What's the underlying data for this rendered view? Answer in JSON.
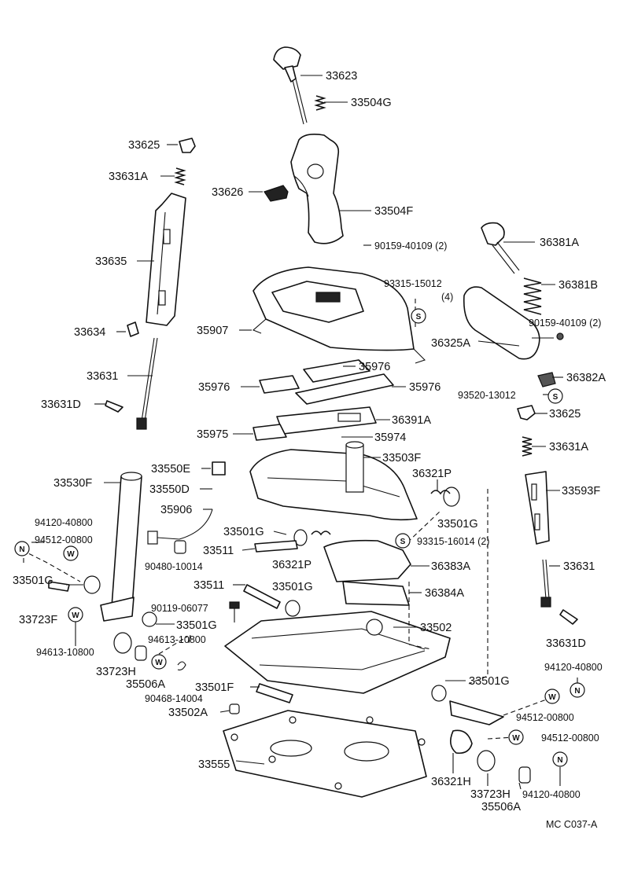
{
  "diagram_code": "MC  C037-A",
  "parts": {
    "p33623": "33623",
    "p33504G": "33504G",
    "p33625a": "33625",
    "p33631Aa": "33631A",
    "p33626": "33626",
    "p33504F": "33504F",
    "p33635": "33635",
    "p90159a": "90159-40109 (2)",
    "p36381A": "36381A",
    "p93315a": "93315-15012",
    "p93315a_qty": "(4)",
    "p36381B": "36381B",
    "p33634": "33634",
    "p35907": "35907",
    "p90159b": "90159-40109 (2)",
    "p36325A": "36325A",
    "p33631a": "33631",
    "p35976a": "35976",
    "p36382A": "36382A",
    "p35976b": "35976",
    "p35976c": "35976",
    "p93520": "93520-13012",
    "p33631Da": "33631D",
    "p33625b": "33625",
    "p36391A": "36391A",
    "p35975": "35975",
    "p35974": "35974",
    "p33631Ab": "33631A",
    "p33503F": "33503F",
    "p33550E": "33550E",
    "p33530F": "33530F",
    "p36321Pa": "36321P",
    "p33593F": "33593F",
    "p33550D": "33550D",
    "p35906": "35906",
    "p94120a": "94120-40800",
    "p33501Ga": "33501G",
    "p33501Gb": "33501G",
    "p94512a": "94512-00800",
    "p93315b": "93315-16014 (2)",
    "p33511a": "33511",
    "p90480": "90480-10014",
    "p36321Pb": "36321P",
    "p36383A": "36383A",
    "p33631b": "33631",
    "p33501Gc": "33501G",
    "p33511b": "33511",
    "p33501Gd": "33501G",
    "p36384A": "36384A",
    "p33723Fa": "33723F",
    "p90119": "90119-06077",
    "p33501Ge": "33501G",
    "p33502": "33502",
    "p94613a": "94613-10800",
    "p94613b": "94613-10800",
    "p33631Db": "33631D",
    "p33723Ha": "33723H",
    "p94120b": "94120-40800",
    "p35506Aa": "35506A",
    "p33501F": "33501F",
    "p33501Gf": "33501G",
    "p90468": "90468-14004",
    "p33502A": "33502A",
    "p94512b": "94512-00800",
    "p94512c": "94512-00800",
    "p33555": "33555",
    "p36321H": "36321H",
    "p33723Hb": "33723H",
    "p94120c": "94120-40800",
    "p35506Ab": "35506A"
  },
  "callouts": {
    "s": "S",
    "n": "N",
    "w": "W"
  }
}
